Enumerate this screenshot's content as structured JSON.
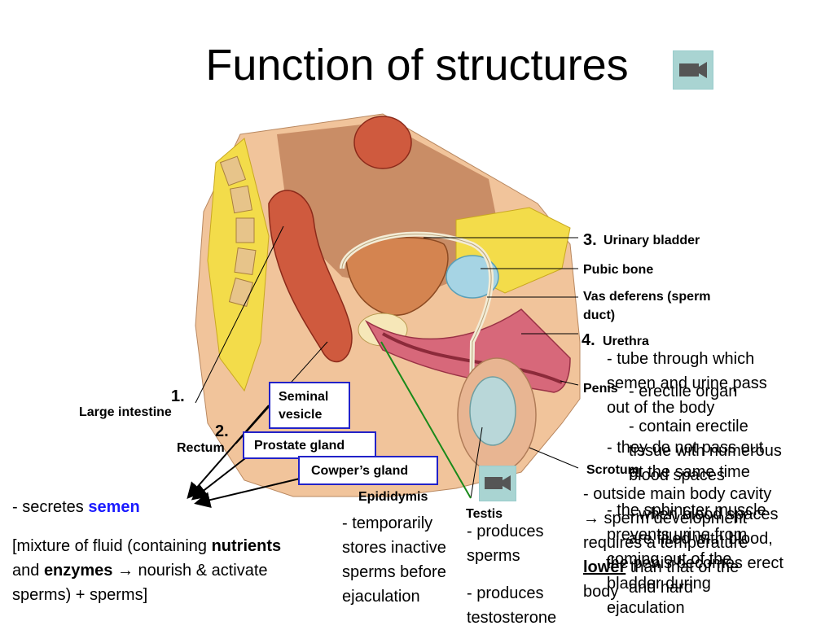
{
  "title": "Function of structures",
  "icons": {
    "title_camera": "video-camera-icon",
    "testis_camera": "video-camera-icon"
  },
  "labels": {
    "urinary_bladder_num": "3.",
    "urinary_bladder": "Urinary bladder",
    "pubic_bone": "Pubic bone",
    "vas_deferens_1": "Vas deferens (sperm",
    "vas_deferens_2": "duct)",
    "urethra_num": "4.",
    "urethra": "Urethra",
    "penis": "Penis",
    "scrotum": "Scrotum",
    "large_intestine_num": "1.",
    "large_intestine": "Large intestine",
    "rectum_num": "2.",
    "rectum": "Rectum",
    "seminal_vesicle_1": "Seminal",
    "seminal_vesicle_2": "vesicle",
    "prostate_gland": "Prostate gland",
    "cowpers_gland": "Cowper’s gland",
    "epididymis": "Epididymis",
    "testis": "Testis"
  },
  "notes": {
    "semen_prefix": "- secretes ",
    "semen_word": "semen",
    "mix_1": "[mixture of fluid (containing ",
    "mix_nutrients": "nutrients",
    "mix_2": "and ",
    "mix_enzymes": "enzymes",
    "mix_3": " → nourish & activate",
    "mix_4": "sperms) + sperms]",
    "epi_1": "- temporarily",
    "epi_2": "stores inactive",
    "epi_3": "sperms before",
    "epi_4": "ejaculation",
    "testis_1": "- produces",
    "testis_2": "sperms",
    "testis_3": "- produces",
    "testis_4": "testosterone",
    "urethra_1": "- tube through which",
    "urethra_2": "semen and urine pass",
    "urethra_3": "out of the body",
    "urethra_4": "- they do not pass out",
    "urethra_5": "at the same time",
    "urethra_6": "- the sphincter muscle",
    "urethra_7": "prevents urine from",
    "urethra_8": "coming out of the",
    "urethra_9": "bladder during",
    "urethra_10": "ejaculation",
    "penis_1": "- erectile organ",
    "penis_2": "- contain erectile",
    "penis_3": "tissue with numerous",
    "penis_4": "blood spaces",
    "penis_5": "- when blood spaces",
    "penis_6": "are filled with blood,",
    "penis_7": "the penis becomes erect",
    "penis_8": "and hard",
    "scrotum_1": "- outside main body cavity",
    "scrotum_2": "→ sperm development",
    "scrotum_3": "requires a temperature",
    "scrotum_4_bold": "lower",
    "scrotum_4_rest": " than that of the",
    "scrotum_5": "body"
  }
}
